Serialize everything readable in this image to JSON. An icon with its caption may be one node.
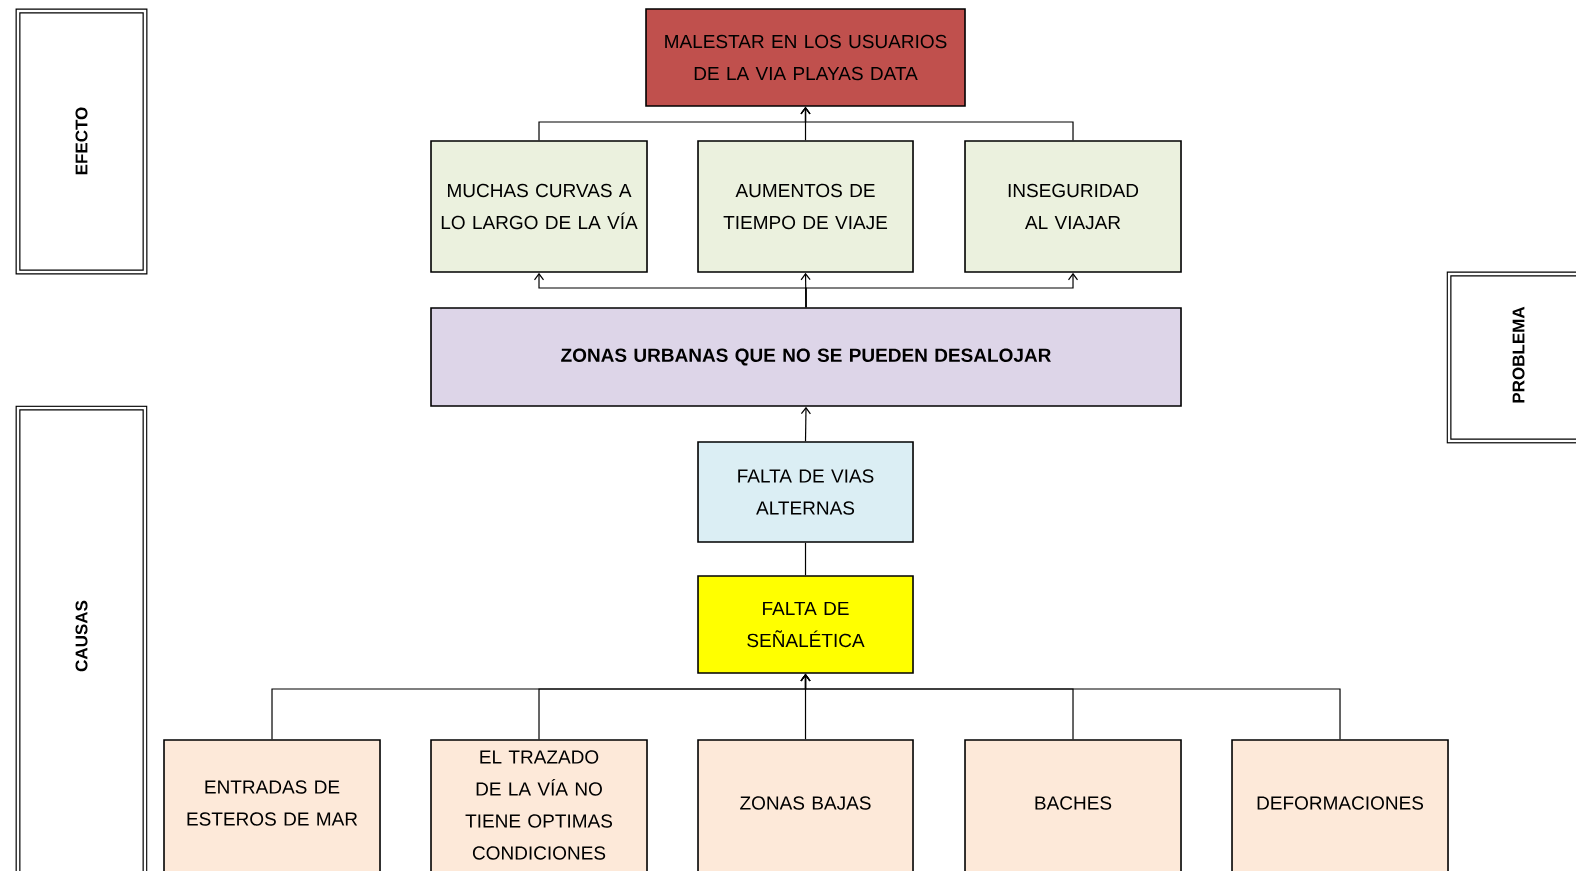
{
  "diagram": {
    "nodes": [
      {
        "text": [
          "EFECTO"
        ]
      },
      {
        "text": [
          "MALESTAR EN LOS USUARIOS DE LA VIA PLAYAS DATA"
        ]
      },
      {
        "text": [
          "MUCHAS CURVAS A LO LARGO DE LA VÍA"
        ]
      },
      {
        "text": [
          "AUMENTOS DE TIEMPO DE VIAJE"
        ]
      },
      {
        "text": [
          "INSEGURIDAD AL VIAJAR"
        ]
      },
      {
        "text": [
          "PROBLEMA"
        ]
      },
      {
        "text": [
          "ZONAS URBANAS QUE NO SE PUEDEN DESALOJAR"
        ]
      },
      {
        "text": [
          "FALTA DE VIAS ALTERNAS"
        ]
      },
      {
        "text": [
          "CAUSAS"
        ]
      },
      {
        "text": [
          "FALTA DE SEÑALÉTICA"
        ]
      },
      {
        "text": [
          "ENTRADAS DE ESTEROS DE MAR"
        ]
      },
      {
        "text": [
          "EL TRAZADO DE LA VÍA NO TIENE OPTIMAS CONDICIONES"
        ]
      },
      {
        "text": [
          "ZONAS BAJAS"
        ]
      },
      {
        "text": [
          "BACHES"
        ]
      },
      {
        "text": [
          "DEFORMACIONES"
        ]
      }
    ],
    "edges": [
      {
        "from": 2,
        "to": 1,
        "arrow": "to"
      },
      {
        "from": 3,
        "to": 1,
        "arrow": "to"
      },
      {
        "from": 4,
        "to": 1,
        "arrow": "to"
      },
      {
        "from": 6,
        "to": 2,
        "arrow": "to"
      },
      {
        "from": 6,
        "to": 3,
        "arrow": "to"
      },
      {
        "from": 6,
        "to": 4,
        "arrow": "to"
      },
      {
        "from": 7,
        "to": 6,
        "arrow": "to"
      },
      {
        "from": 9,
        "to": 7,
        "arrow": "none"
      },
      {
        "from": 10,
        "to": 9,
        "arrow": "to"
      },
      {
        "from": 11,
        "to": 9,
        "arrow": "to"
      },
      {
        "from": 12,
        "to": 9,
        "arrow": "to"
      },
      {
        "from": 13,
        "to": 9,
        "arrow": "to"
      },
      {
        "from": 14,
        "to": 9,
        "arrow": "to"
      }
    ]
  }
}
